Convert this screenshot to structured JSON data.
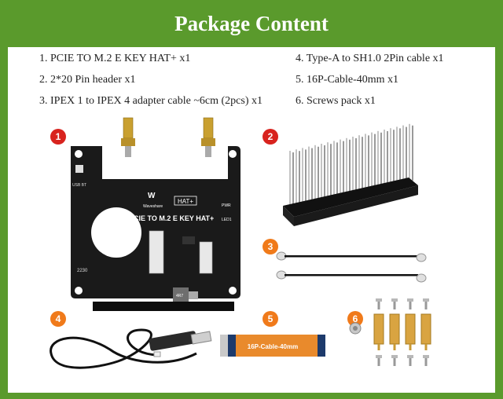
{
  "title": "Package Content",
  "items": [
    "1. PCIE TO M.2 E KEY HAT+ x1",
    "2. 2*20 Pin header x1",
    "3. IPEX 1 to IPEX 4 adapter cable ~6cm (2pcs) x1",
    "4. Type-A to SH1.0 2Pin cable x1",
    "5. 16P-Cable-40mm x1",
    "6. Screws pack x1"
  ],
  "badges": [
    "1",
    "2",
    "3",
    "4",
    "5",
    "6"
  ],
  "board": {
    "brand": "Waveshare",
    "hat_label": "HAT+",
    "title": "PCIE TO M.2 E KEY HAT+",
    "usb_bt": "USB BT",
    "pwr": "PWR",
    "led1": "LED1",
    "size": "2230",
    "inductor": "4R7"
  },
  "ffc_label": "16P-Cable-40mm",
  "colors": {
    "frame_green": "#5a9a2c",
    "badge_red": "#d8231e",
    "badge_orange": "#f07a1a",
    "board_black": "#1a1a1a",
    "brass": "#d9a441",
    "ffc_orange": "#e98a2c"
  }
}
